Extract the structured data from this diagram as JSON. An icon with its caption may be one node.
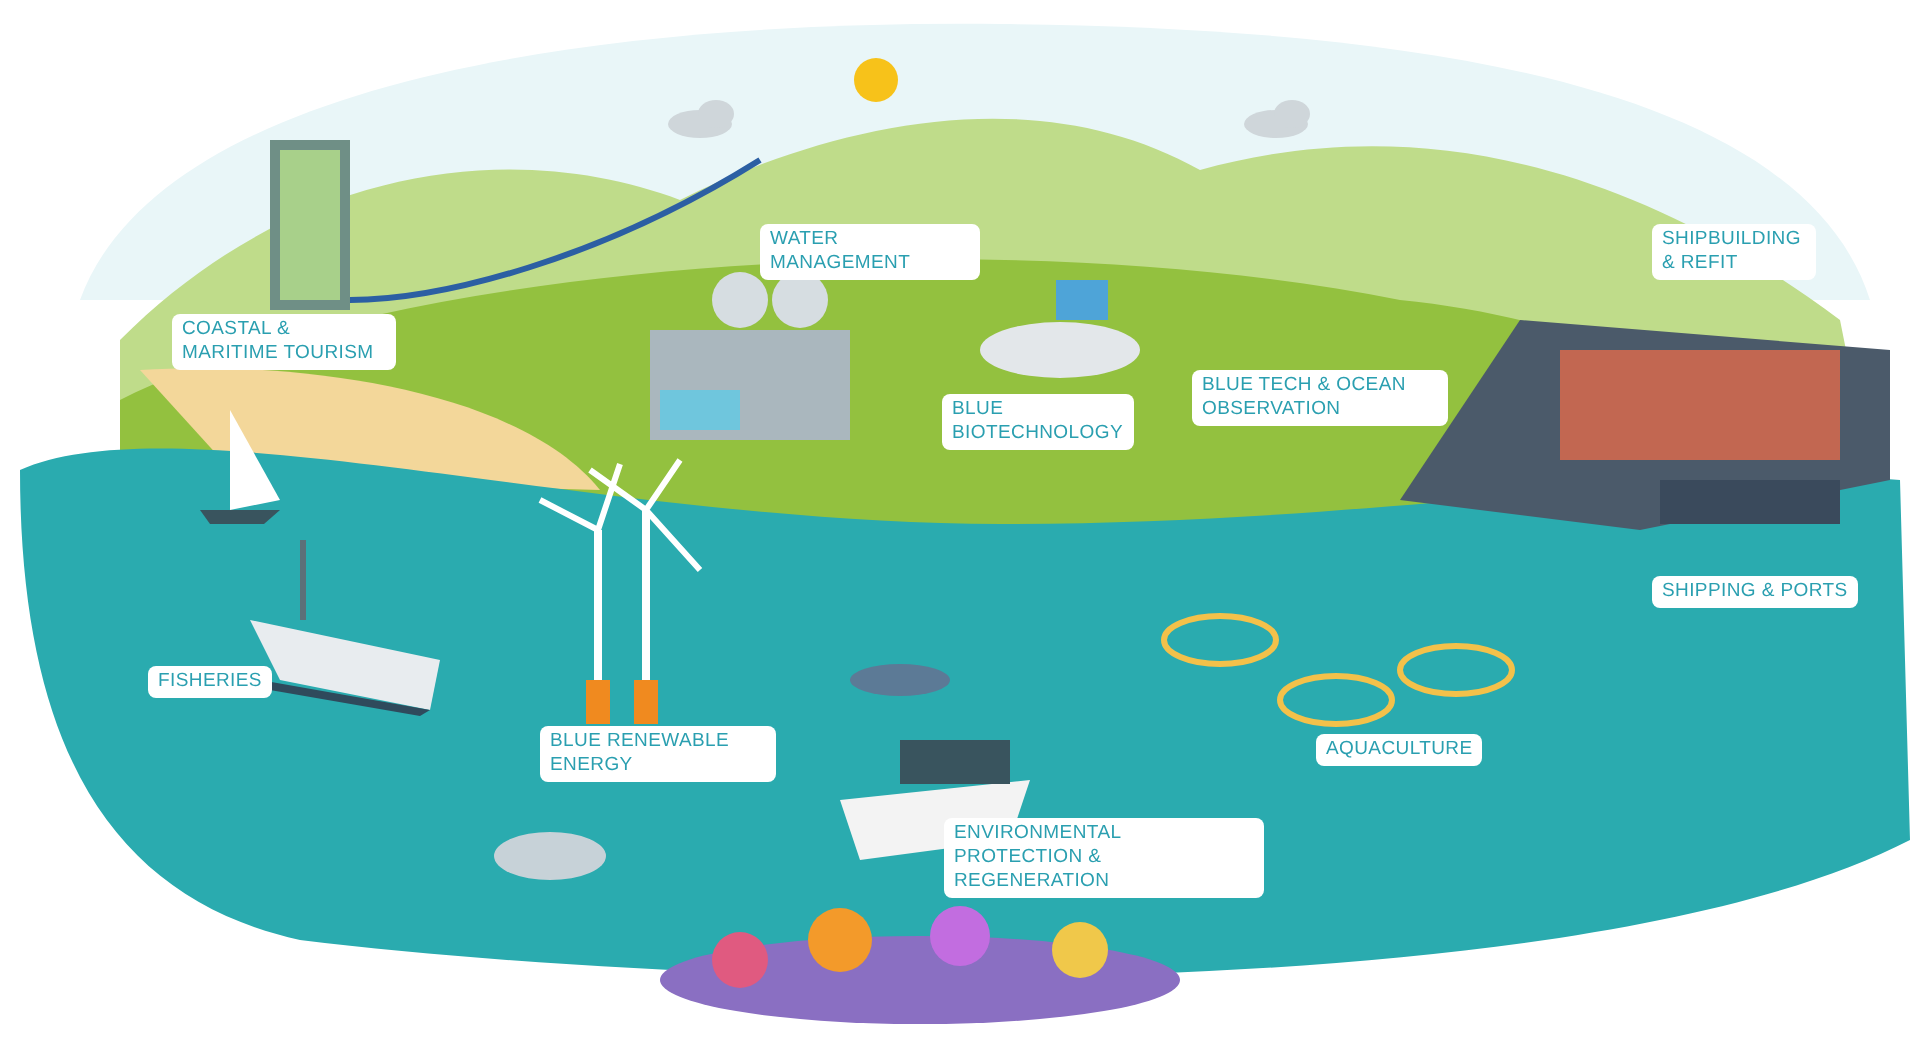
{
  "diagram": {
    "labels": [
      "WATER MANAGEMENT",
      "SHIPBUILDING & REFIT",
      "COASTAL & MARITIME TOURISM",
      "BLUE BIOTECHNOLOGY",
      "BLUE TECH & OCEAN OBSERVATION",
      "SHIPPING & PORTS",
      "FISHERIES",
      "BLUE RENEWABLE ENERGY",
      "AQUACULTURE",
      "ENVIRONMENTAL PROTECTION & REGENERATION"
    ]
  }
}
